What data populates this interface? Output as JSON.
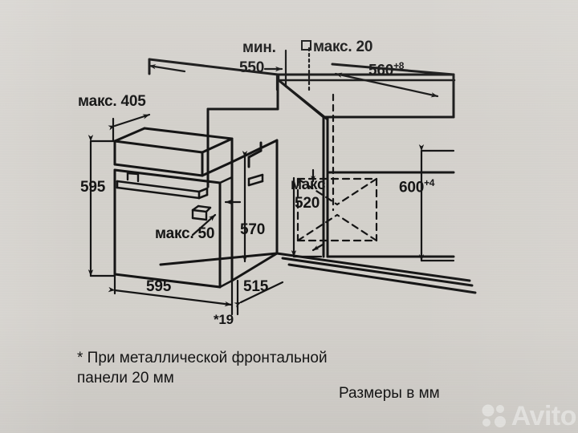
{
  "document": {
    "type": "appliance-installation-dimension-drawing",
    "language": "ru",
    "units_note": "Размеры в мм",
    "footnote": "* При металлической фронтальной\n  панели 20 мм"
  },
  "labels": {
    "max_405": "макс. 405",
    "min_label": "мин.",
    "min_550": "550",
    "max_20": "макс. 20",
    "w_560": "560",
    "w_560_tol": "+8",
    "h_600": "600",
    "h_600_tol": "+4",
    "h_595": "595",
    "h_570": "570",
    "max_50": "макс. 50",
    "max_label": "макс.",
    "max_520": "520",
    "w_595": "595",
    "d_515": "515",
    "d_19": "*19"
  },
  "watermark": {
    "text": "Avito"
  },
  "colors": {
    "background": "#d4d1cc",
    "ink": "#151515",
    "watermark": "#ffffff"
  }
}
